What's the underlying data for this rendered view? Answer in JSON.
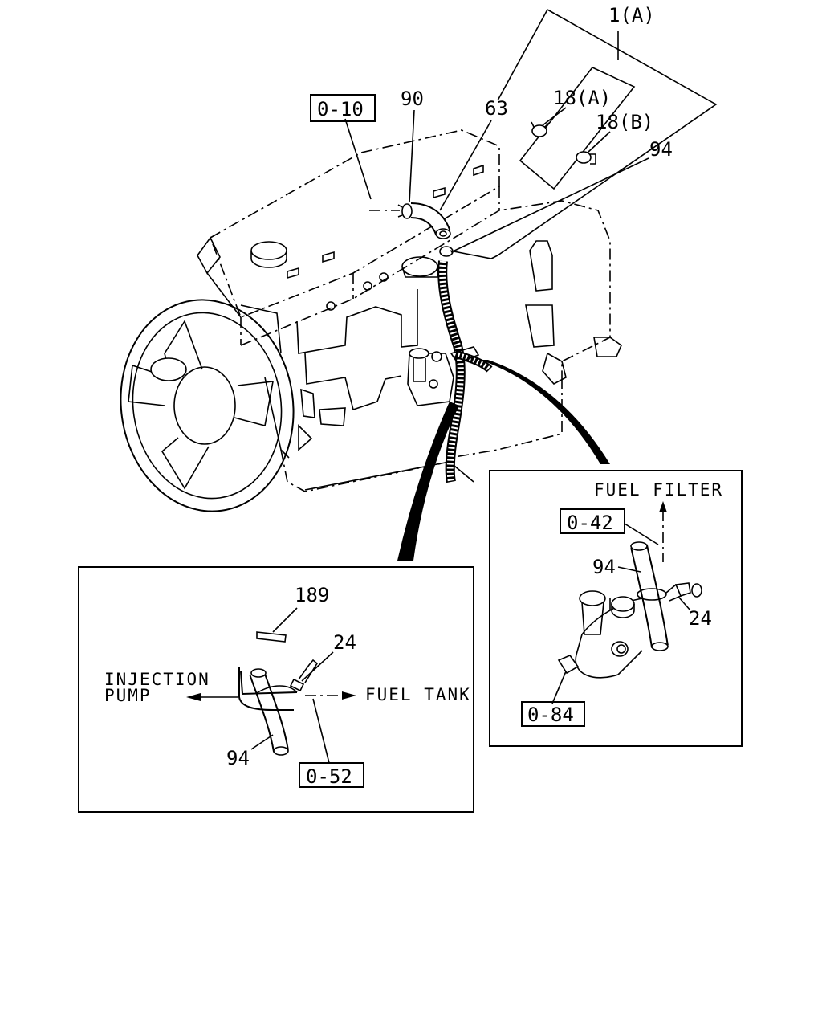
{
  "callouts": {
    "assembly_1a": "1(A)",
    "clip_18a": "18(A)",
    "clip_18b": "18(B)",
    "part_63": "63",
    "part_90": "90",
    "part_94_main": "94",
    "ref_0_10": "0-10"
  },
  "detail_left": {
    "part_189": "189",
    "part_24": "24",
    "part_94": "94",
    "ref_0_52": "0-52",
    "injection_line1": "INJECTION",
    "injection_line2": "PUMP",
    "fuel_tank": "FUEL TANK"
  },
  "detail_right": {
    "fuel_filter": "FUEL FILTER",
    "ref_0_42": "0-42",
    "part_94": "94",
    "part_24": "24",
    "ref_0_84": "0-84"
  }
}
